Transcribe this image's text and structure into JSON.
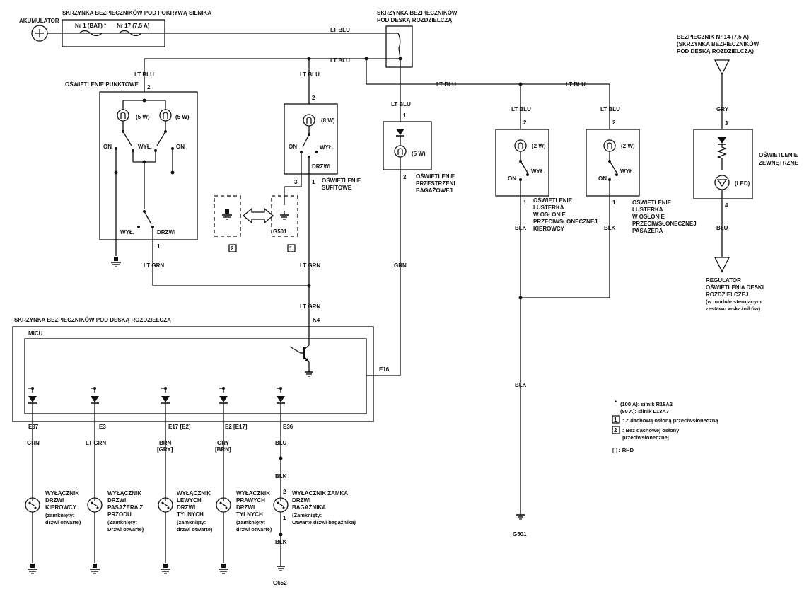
{
  "battery": {
    "label": "AKUMULATOR"
  },
  "fuse_box_engine": {
    "title": "SKRZYNKA BEZPIECZNIKÓW POD POKRYWĄ SILNIKA",
    "fuse1": "Nr 1 (BAT) *",
    "fuse2": "Nr 17 (7,5 A)"
  },
  "fuse_box_dash_top": {
    "title_line1": "SKRZYNKA BEZPIECZNIKÓW",
    "title_line2": "POD DESKĄ ROZDZIELCZĄ"
  },
  "fuse_box_dash_bottom": {
    "title": "SKRZYNKA BEZPIECZNIKÓW POD DESKĄ ROZDZIELCZĄ",
    "module": "MICU",
    "pin_k4": "K4",
    "pin_e16": "E16"
  },
  "wires": {
    "lt_blu": "LT BLU",
    "lt_grn": "LT GRN",
    "grn": "GRN",
    "blk": "BLK",
    "gry": "GRY",
    "blu": "BLU",
    "brn_gry": "BRN",
    "brn_gry2": "[GRY]",
    "gry_brn": "GRY",
    "gry_brn2": "[BRN]"
  },
  "spot_light": {
    "title": "OŚWIETLENIE PUNKTOWE",
    "pin_top": "2",
    "pin_bottom": "1",
    "bulb_left": "(5 W)",
    "bulb_right": "(5 W)",
    "on_left": "ON",
    "off_mid": "WYŁ.",
    "on_right": "ON",
    "off_lower": "WYŁ.",
    "door_lower": "DRZWI"
  },
  "ceiling_light": {
    "label_line1": "OŚWIETLENIE",
    "label_line2": "SUFITOWE",
    "pin_top": "2",
    "pin_left": "3",
    "pin_right": "1",
    "bulb": "(8 W)",
    "on": "ON",
    "off": "WYŁ.",
    "door": "DRZWI"
  },
  "ground_options": {
    "g501": "G501",
    "box2": "2",
    "box1": "1"
  },
  "trunk_light": {
    "line1": "OŚWIETLENIE",
    "line2": "PRZESTRZENI",
    "line3": "BAGAŻOWEJ",
    "pin_top": "1",
    "pin_bottom": "2",
    "bulb": "(5 W)"
  },
  "mirror_driver": {
    "lines": [
      "OŚWIETLENIE",
      "LUSTERKA",
      "W OSŁONIE",
      "PRZECIWSŁONECZNEJ",
      "KIEROWCY"
    ],
    "pin_top": "2",
    "pin_bottom": "1",
    "bulb": "(2 W)",
    "on": "ON",
    "off": "WYŁ."
  },
  "mirror_passenger": {
    "lines": [
      "OŚWIETLENIE",
      "LUSTERKA",
      "W OSŁONIE",
      "PRZECIWSŁONECZNEJ",
      "PASAŻERA"
    ],
    "pin_top": "2",
    "pin_bottom": "1",
    "bulb": "(2 W)",
    "on": "ON",
    "off": "WYŁ."
  },
  "exterior_light": {
    "fuse_line1": "BEZPIECZNIK Nr 14 (7,5 A)",
    "fuse_line2": "(SKRZYNKA BEZPIECZNIKÓW",
    "fuse_line3": "POD DESKĄ ROZDZIELCZĄ)",
    "label_line1": "OŚWIETLENIE",
    "label_line2": "ZEWNĘTRZNE",
    "pin_top": "3",
    "pin_bottom": "4",
    "led": "(LED)"
  },
  "regulator": {
    "lines": [
      "REGULATOR",
      "OŚWIETLENIA DESKI",
      "ROZDZIELCZEJ",
      "(w module sterującym",
      "zestawu wskaźników)"
    ]
  },
  "ground_main": {
    "label": "G501"
  },
  "ground_652": {
    "label": "G652"
  },
  "door_switches": [
    {
      "pin": "E37",
      "wire": "GRN",
      "wire2": "",
      "lines": [
        "WYŁĄCZNIK",
        "DRZWI",
        "KIEROWCY",
        "(zamknięty:",
        "drzwi otwarte)"
      ]
    },
    {
      "pin": "E3",
      "wire": "LT GRN",
      "wire2": "",
      "lines": [
        "WYŁĄCZNIK",
        "DRZWI",
        "PASAŻERA Z",
        "PRZODU",
        "(Zamknięty:",
        "Drzwi otwarte)"
      ]
    },
    {
      "pin": "E17 [E2]",
      "wire": "BRN",
      "wire2": "[GRY]",
      "lines": [
        "WYŁĄCZNIK",
        "LEWYCH",
        "DRZWI",
        "TYLNYCH",
        "(zamknięty:",
        "drzwi otwarte)"
      ]
    },
    {
      "pin": "E2 [E17]",
      "wire": "GRY",
      "wire2": "[BRN]",
      "lines": [
        "WYŁĄCZNIK",
        "PRAWYCH",
        "DRZWI",
        "TYLNYCH",
        "(zamknięty:",
        "drzwi otwarte)"
      ]
    },
    {
      "pin": "E36",
      "wire": "BLU",
      "wire2": "",
      "lines": [
        "WYŁĄCZNIK ZAMKA",
        "DRZWI",
        "BAGAŻNIKA",
        "(Zamknięty:",
        "Otwarte drzwi bagażnika)"
      ]
    }
  ],
  "trunk_switch": {
    "wire_top": "BLK",
    "wire_bottom": "BLK",
    "pin_top": "2",
    "pin_bottom": "1"
  },
  "notes": {
    "star_line1": "(100 A): silnik R18A2",
    "star_mark": "*",
    "star_line2": "(80 A): silnik L13A7",
    "box1": "1",
    "box1_text": ": Z dachową osłoną przeciwsłoneczną",
    "box2": "2",
    "box2_text_line1": ": Bez dachowej osłony",
    "box2_text_line2": "przeciwsłonecznej",
    "rhd": "[ ] : RHD"
  }
}
